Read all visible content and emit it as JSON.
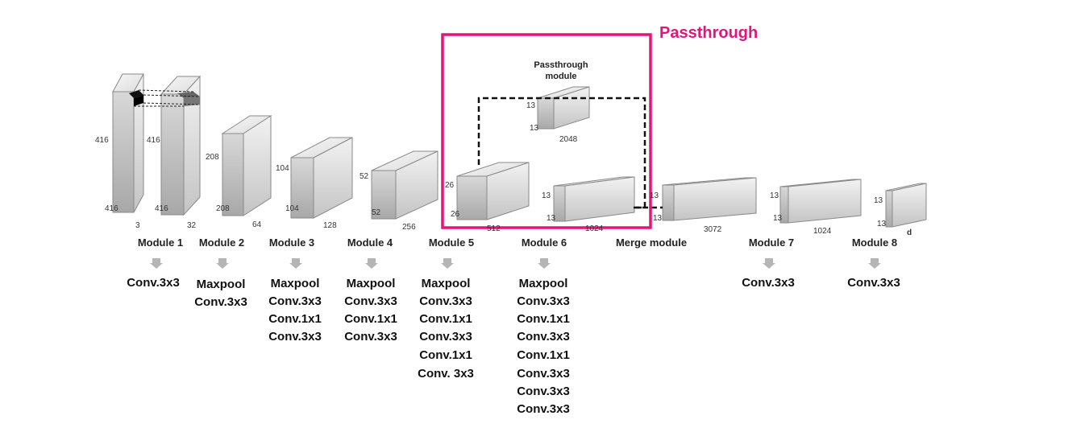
{
  "colors": {
    "highlight": "#e2157a",
    "box_face": "#d9d9d9",
    "box_edge": "#8a8a8a"
  },
  "passthrough_label": "Passthrough",
  "passthrough_module_title": [
    "Passthrough",
    "module"
  ],
  "blocks": [
    {
      "id": "m1",
      "dims": [
        "416",
        "416",
        "3"
      ]
    },
    {
      "id": "m2",
      "dims": [
        "416",
        "416",
        "32"
      ]
    },
    {
      "id": "m3",
      "dims": [
        "208",
        "208",
        "64"
      ]
    },
    {
      "id": "m4",
      "dims": [
        "104",
        "104",
        "128"
      ]
    },
    {
      "id": "m5",
      "dims": [
        "52",
        "52",
        "256"
      ]
    },
    {
      "id": "m6",
      "dims": [
        "26",
        "26",
        "512"
      ]
    },
    {
      "id": "pt",
      "dims": [
        "13",
        "13",
        "2048"
      ]
    },
    {
      "id": "m6b",
      "dims": [
        "13",
        "13",
        "1024"
      ]
    },
    {
      "id": "merge",
      "dims": [
        "13",
        "13",
        "3072"
      ]
    },
    {
      "id": "m7",
      "dims": [
        "13",
        "13",
        "1024"
      ]
    },
    {
      "id": "m8",
      "dims": [
        "13",
        "13",
        "d"
      ]
    }
  ],
  "modules": [
    {
      "name": "Module 1",
      "ops": [
        "Conv.3x3"
      ]
    },
    {
      "name": "Module 2",
      "ops": [
        "Maxpool",
        "Conv.3x3"
      ]
    },
    {
      "name": "Module 3",
      "ops": [
        "Maxpool",
        "Conv.3x3",
        "Conv.1x1",
        "Conv.3x3"
      ]
    },
    {
      "name": "Module 4",
      "ops": [
        "Maxpool",
        "Conv.3x3",
        "Conv.1x1",
        "Conv.3x3"
      ]
    },
    {
      "name": "Module 5",
      "ops": [
        "Maxpool",
        "Conv.3x3",
        "Conv.1x1",
        "Conv.3x3",
        "Conv.1x1",
        "Conv. 3x3"
      ]
    },
    {
      "name": "Module 6",
      "ops": [
        "Maxpool",
        "Conv.3x3",
        "Conv.1x1",
        "Conv.3x3",
        "Conv.1x1",
        "Conv.3x3",
        "Conv.3x3",
        "Conv.3x3"
      ]
    },
    {
      "name": "Merge module",
      "ops": []
    },
    {
      "name": "Module 7",
      "ops": [
        "Conv.3x3"
      ]
    },
    {
      "name": "Module 8",
      "ops": [
        "Conv.3x3"
      ]
    }
  ]
}
